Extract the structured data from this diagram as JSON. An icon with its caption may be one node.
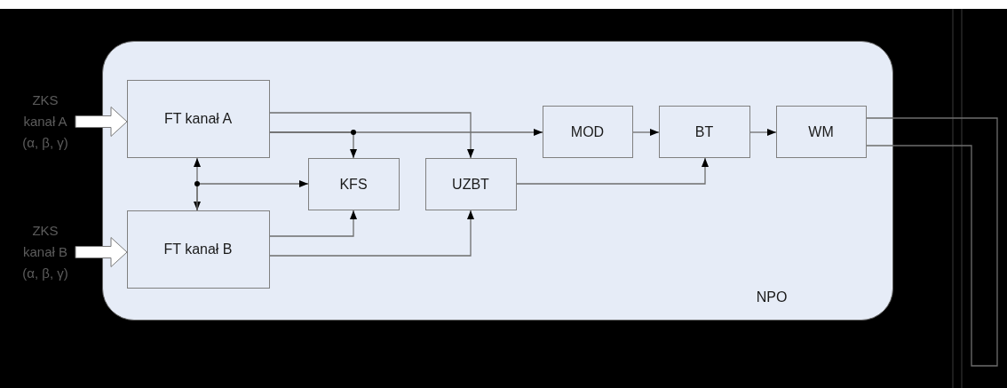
{
  "diagram": {
    "nodes": [
      {
        "text": [
          "NPO"
        ]
      },
      {
        "text": [
          "ZKS kanał A (α, β, γ)"
        ]
      },
      {
        "text": [
          "FT kanał A"
        ],
        "in": 0
      },
      {
        "text": [
          "ZKS kanał B (α, β, γ)"
        ]
      },
      {
        "text": [
          "FT kanał B"
        ],
        "in": 0
      },
      {
        "text": [
          "KFS"
        ],
        "in": 0
      },
      {
        "text": [
          "UZBT"
        ],
        "in": 0
      },
      {
        "text": [
          "MOD"
        ],
        "in": 0
      },
      {
        "text": [
          "BT"
        ],
        "in": 0
      },
      {
        "text": [
          "WM"
        ],
        "in": 0
      }
    ],
    "edges": [
      {
        "from": 1,
        "to": 2,
        "arrow": "to",
        "style": "thick"
      },
      {
        "from": 3,
        "to": 4,
        "arrow": "to",
        "style": "thick"
      },
      {
        "from": 2,
        "to": 6,
        "arrow": "to"
      },
      {
        "from": 2,
        "to": 7,
        "arrow": "to"
      },
      {
        "from": 2,
        "to": 5,
        "arrow": "to"
      },
      {
        "from": 2,
        "to": 4,
        "arrow": "both"
      },
      {
        "from": 4,
        "to": 5,
        "arrow": "to"
      },
      {
        "from": 4,
        "to": 5,
        "arrow": "to"
      },
      {
        "from": 4,
        "to": 6,
        "arrow": "to"
      },
      {
        "from": 6,
        "to": 8,
        "arrow": "to"
      },
      {
        "from": 7,
        "to": 8,
        "arrow": "to"
      },
      {
        "from": 8,
        "to": 9,
        "arrow": "to"
      },
      {
        "from": 9,
        "to": 9,
        "arrow": "none"
      }
    ]
  }
}
